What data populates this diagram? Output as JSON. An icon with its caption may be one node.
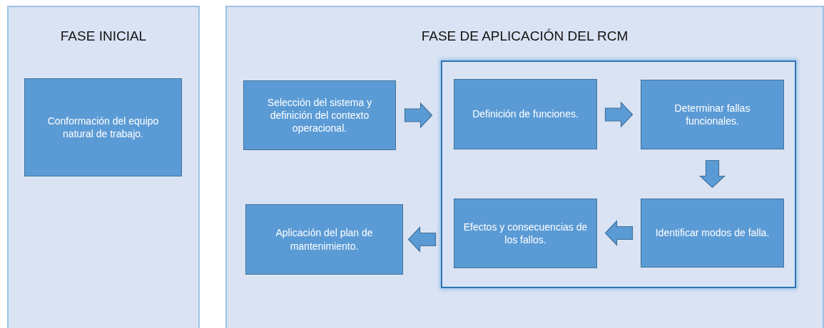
{
  "diagram": {
    "nodes": [
      {
        "text": [
          "FASE INICIAL"
        ]
      },
      {
        "text": [
          "Conformación del equipo natural de trabajo."
        ],
        "in": 0
      },
      {
        "text": [
          "FASE DE APLICACIÓN DEL RCM"
        ]
      },
      {
        "text": [
          "Selección del sistema y definición del contexto operacional."
        ],
        "in": 2
      },
      {
        "text": [],
        "shape": "box",
        "in": 2
      },
      {
        "text": [
          "Definición de funciones."
        ],
        "in": 4
      },
      {
        "text": [
          "Determinar fallas funcionales."
        ],
        "in": 4
      },
      {
        "text": [
          "Identificar modos de falla."
        ],
        "in": 4
      },
      {
        "text": [
          "Efectos y consecuencias de los fallos."
        ],
        "in": 4
      },
      {
        "text": [
          "Aplicación del plan de mantenimiento."
        ],
        "in": 2
      }
    ],
    "edges": [
      {
        "from": 3,
        "to": 4,
        "arrow": "to"
      },
      {
        "from": 5,
        "to": 6,
        "arrow": "to"
      },
      {
        "from": 6,
        "to": 7,
        "arrow": "to"
      },
      {
        "from": 7,
        "to": 8,
        "arrow": "to"
      },
      {
        "from": 4,
        "to": 9,
        "arrow": "to"
      }
    ]
  }
}
